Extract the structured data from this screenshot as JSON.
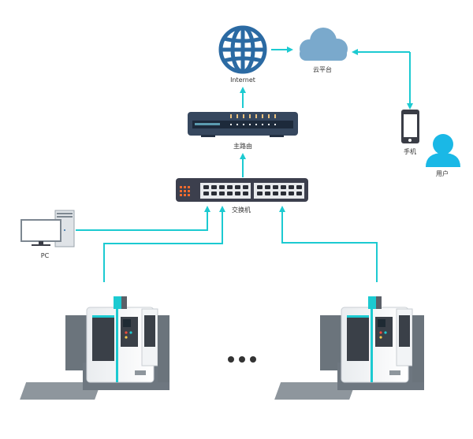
{
  "diagram": {
    "type": "network-topology",
    "line_color": "#1ccad1",
    "nodes": {
      "internet": {
        "label": "Internet",
        "icon": "globe-icon",
        "color": "#2b6aa3"
      },
      "cloud": {
        "label": "云平台",
        "icon": "cloud-icon",
        "color": "#7aa9cc"
      },
      "router": {
        "label": "主路由",
        "icon": "router-icon",
        "color": "#36475e"
      },
      "switch": {
        "label": "交换机",
        "icon": "switch-icon",
        "color": "#3c3f4d",
        "accent": "#f06a2e"
      },
      "phone": {
        "label": "手机",
        "icon": "smartphone-icon",
        "color": "#3a3d46"
      },
      "user": {
        "label": "用户",
        "icon": "user-icon",
        "color": "#1ab8e6"
      },
      "pc": {
        "label": "PC",
        "icon": "desktop-pc-icon",
        "color": "#7d8791"
      },
      "machine_left": {
        "label": "",
        "icon": "cnc-machine-icon"
      },
      "machine_right": {
        "label": "",
        "icon": "cnc-machine-icon"
      },
      "ellipsis": {
        "label": "• • •",
        "icon": "ellipsis-icon"
      }
    },
    "edges": [
      {
        "from": "router",
        "to": "internet"
      },
      {
        "from": "internet",
        "to": "cloud"
      },
      {
        "from": "phone",
        "to": "cloud"
      },
      {
        "from": "cloud",
        "to": "phone"
      },
      {
        "from": "switch",
        "to": "router"
      },
      {
        "from": "pc",
        "to": "switch"
      },
      {
        "from": "machine_left",
        "to": "switch"
      },
      {
        "from": "machine_right",
        "to": "switch"
      }
    ]
  }
}
